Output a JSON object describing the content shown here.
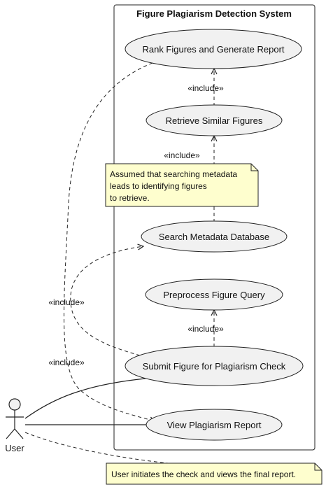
{
  "system": {
    "title": "Figure Plagiarism Detection System"
  },
  "actor": {
    "name": "User"
  },
  "use_cases": {
    "rank": "Rank Figures and Generate Report",
    "retrieve": "Retrieve Similar Figures",
    "search": "Search Metadata Database",
    "preprocess": "Preprocess Figure Query",
    "submit": "Submit Figure for Plagiarism Check",
    "view": "View Plagiarism Report"
  },
  "relations": {
    "include_label": "«include»"
  },
  "notes": {
    "metadata": [
      "Assumed that searching metadata",
      "leads to identifying figures",
      "to retrieve."
    ],
    "user": "User initiates the check and views the final report."
  }
}
